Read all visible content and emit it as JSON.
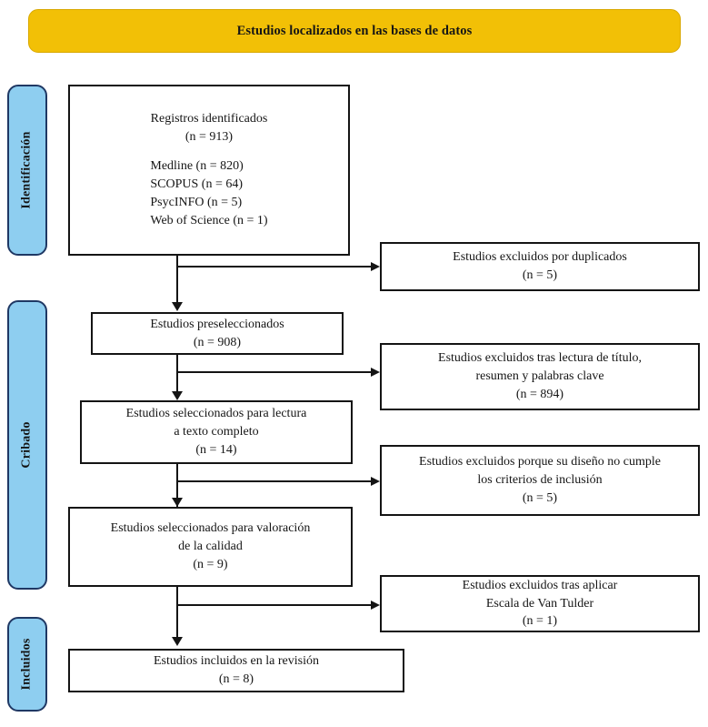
{
  "header": {
    "title": "Estudios localizados en las bases de datos",
    "background_color": "#F2C006",
    "border_color": "#D9A800"
  },
  "stages": [
    {
      "id": "identificacion",
      "label": "Identificación"
    },
    {
      "id": "cribado",
      "label": "Cribado"
    },
    {
      "id": "incluidos",
      "label": "Incluidos"
    }
  ],
  "stage_style": {
    "background_color": "#8ECEF0",
    "border_color": "#1F3864"
  },
  "main_boxes": {
    "identified": {
      "title": "Registros identificados",
      "count": "(n = 913)",
      "sources": [
        "Medline (n = 820)",
        "SCOPUS (n = 64)",
        "PsycINFO (n = 5)",
        "Web of Science (n = 1)"
      ]
    },
    "preselected": {
      "title": "Estudios preseleccionados",
      "count": "(n = 908)"
    },
    "fulltext": {
      "line1": "Estudios seleccionados para lectura",
      "line2": "a texto completo",
      "count": "(n = 14)"
    },
    "quality": {
      "line1": "Estudios seleccionados para valoración",
      "line2": "de la calidad",
      "count": "(n = 9)"
    },
    "included": {
      "title": "Estudios incluidos en la revisión",
      "count": "(n = 8)"
    }
  },
  "excluded_boxes": {
    "duplicates": {
      "line1": "Estudios excluidos por duplicados",
      "count": "(n = 5)"
    },
    "title_abstract": {
      "line1": "Estudios excluidos tras lectura de título,",
      "line2": "resumen y palabras clave",
      "count": "(n = 894)"
    },
    "design": {
      "line1": "Estudios excluidos porque su diseño no cumple",
      "line2": "los criterios de inclusión",
      "count": "(n = 5)"
    },
    "vantulder": {
      "line1": "Estudios excluidos tras aplicar",
      "line2": "Escala de Van Tulder",
      "count": "(n = 1)"
    }
  },
  "chart_data": {
    "type": "table",
    "title": "PRISMA flow diagram — Estudios localizados en las bases de datos",
    "stages": [
      "Identificación",
      "Cribado",
      "Incluidos"
    ],
    "flow": [
      {
        "step": "Registros identificados",
        "n": 913
      },
      {
        "step": "Medline",
        "n": 820
      },
      {
        "step": "SCOPUS",
        "n": 64
      },
      {
        "step": "PsycINFO",
        "n": 5
      },
      {
        "step": "Web of Science",
        "n": 1
      },
      {
        "step": "Estudios excluidos por duplicados",
        "n": 5
      },
      {
        "step": "Estudios preseleccionados",
        "n": 908
      },
      {
        "step": "Estudios excluidos tras lectura de título, resumen y palabras clave",
        "n": 894
      },
      {
        "step": "Estudios seleccionados para lectura a texto completo",
        "n": 14
      },
      {
        "step": "Estudios excluidos porque su diseño no cumple los criterios de inclusión",
        "n": 5
      },
      {
        "step": "Estudios seleccionados para valoración de la calidad",
        "n": 9
      },
      {
        "step": "Estudios excluidos tras aplicar Escala de Van Tulder",
        "n": 1
      },
      {
        "step": "Estudios incluidos en la revisión",
        "n": 8
      }
    ]
  }
}
